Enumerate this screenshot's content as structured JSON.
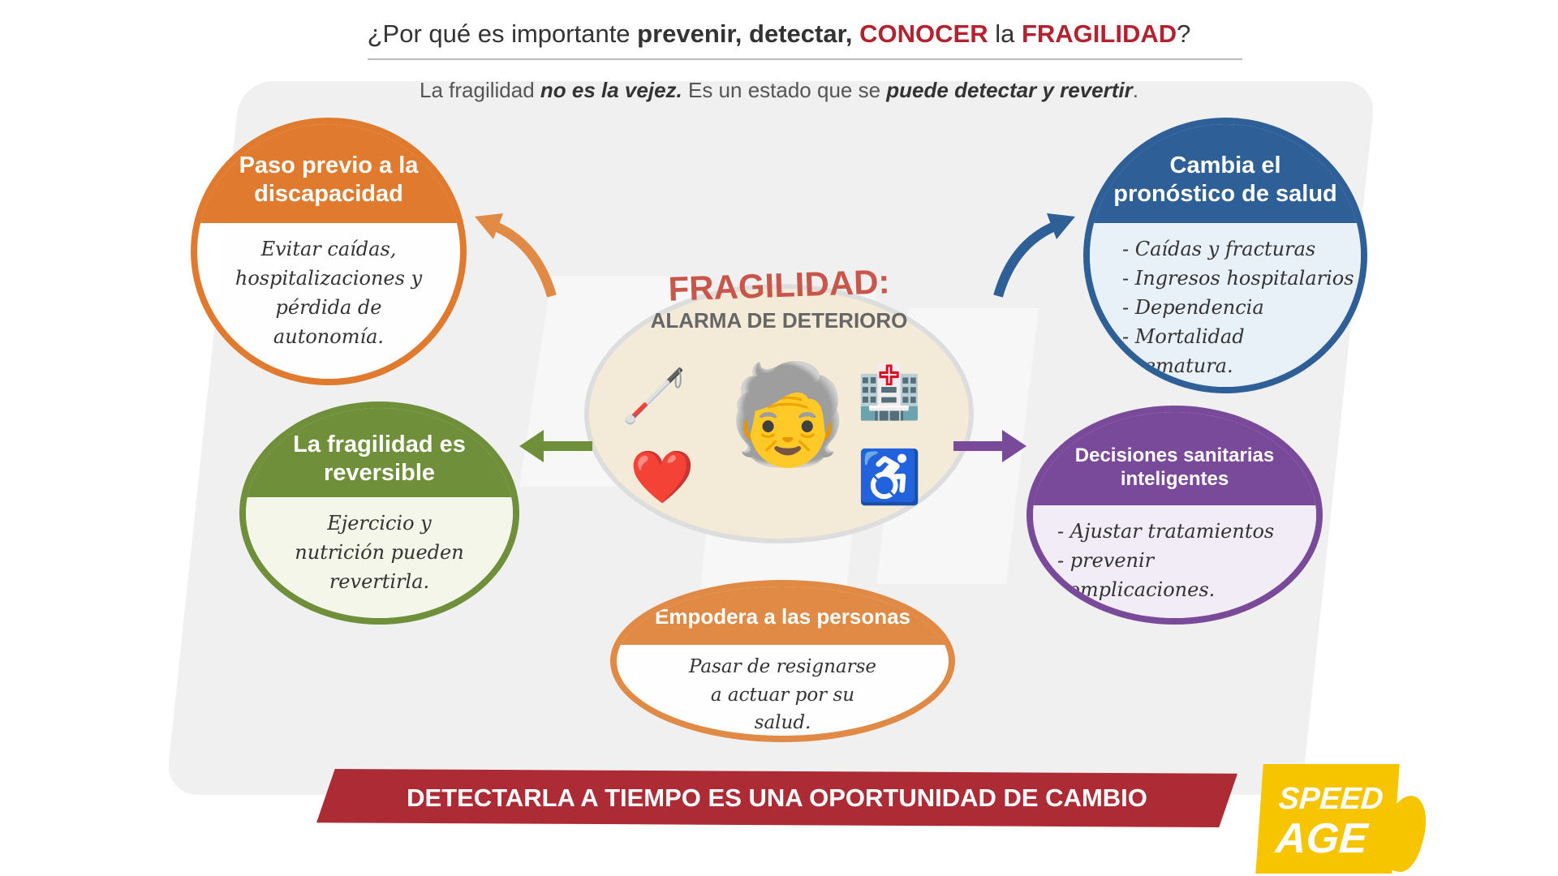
{
  "header": {
    "title_pre": "¿Por qué es importante ",
    "title_b1": "prevenir, detectar, ",
    "title_r1": "CONOCER",
    "title_mid": " la ",
    "title_r2": "FRAGILIDAD",
    "title_end": "?",
    "sub_pre": "La fragilidad ",
    "sub_b1": "no es la vejez.",
    "sub_mid": " Es un estado que se ",
    "sub_b2": "puede detectar y revertir",
    "sub_end": "."
  },
  "center": {
    "title": "FRAGILIDAD:",
    "subtitle": "ALARMA DE DETERIORO"
  },
  "circles": {
    "orange": {
      "title": "Paso previo a la discapacidad",
      "body": "Evitar caídas, hospitalizaciones y pérdida de autonomía."
    },
    "blue": {
      "title": "Cambia el pronóstico de salud",
      "items": [
        "Caídas y fracturas",
        "Ingresos hospitalarios",
        "Dependencia",
        "Mortalidad prematura."
      ]
    },
    "green": {
      "title": "La fragilidad es reversible",
      "body": "Ejercicio y nutrición pueden revertirla."
    },
    "purple": {
      "title": "Decisiones sanitarias inteligentes",
      "items": [
        "Ajustar tratamientos",
        "prevenir complicaciones."
      ]
    },
    "bottom": {
      "title": "Empodera a las personas",
      "body": "Pasar de resignarse a actuar por su salud."
    }
  },
  "banner": "DETECTARLA A TIEMPO ES UNA OPORTUNIDAD DE CAMBIO",
  "logo": {
    "line1": "SPEED",
    "line2": "AGE"
  },
  "colors": {
    "orange": "#e07a2e",
    "blue": "#2e5f96",
    "green": "#6f8f3a",
    "purple": "#7a4a9a",
    "red": "#ad2b35",
    "logo": "#f7c400"
  }
}
